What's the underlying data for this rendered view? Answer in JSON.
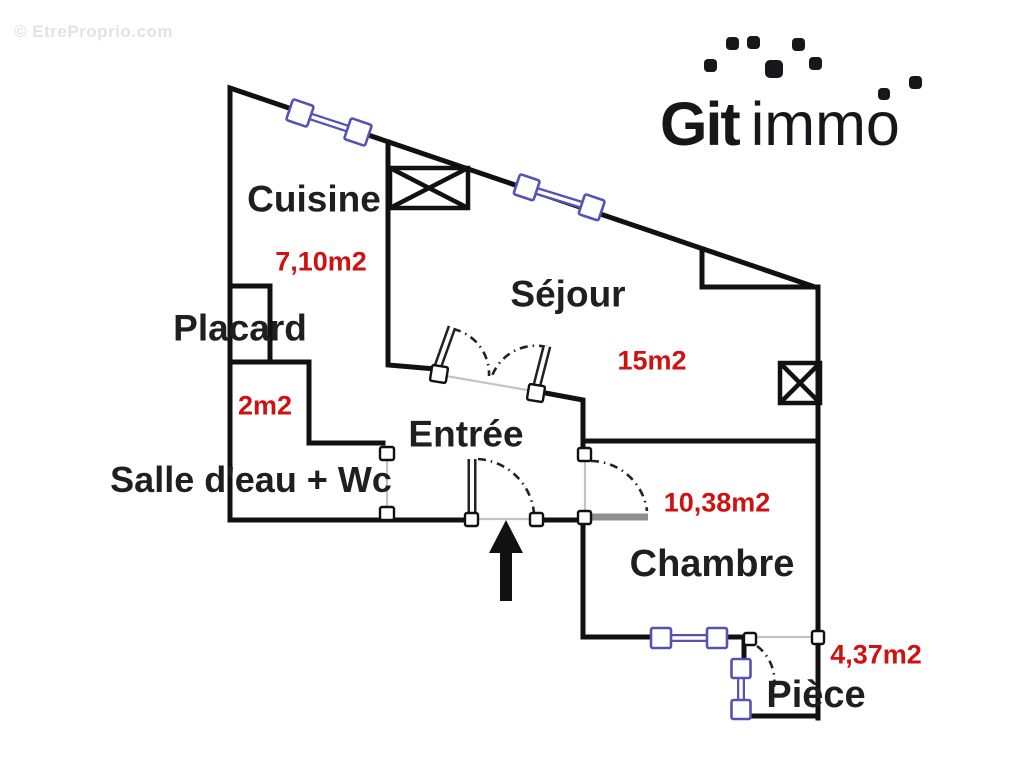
{
  "watermark": "© EtreProprio.com",
  "logo": {
    "brand_bold": "Git",
    "brand_light": "immo"
  },
  "rooms": {
    "cuisine": {
      "label": "Cuisine",
      "area": "7,10m2"
    },
    "placard": {
      "label": "Placard",
      "area": "2m2"
    },
    "sejour": {
      "label": "Séjour",
      "area": "15m2"
    },
    "entree": {
      "label": "Entrée"
    },
    "salle_eau": {
      "label": "Salle d'eau + Wc"
    },
    "chambre": {
      "label": "Chambre",
      "area": "10,38m2"
    },
    "piece": {
      "label": "Pièce",
      "area": "4,37m2"
    }
  },
  "colors": {
    "wall": "#111111",
    "window_symbol": "#5552b5",
    "area_text": "#ce1212",
    "label_text": "#1f1f1f",
    "opening_line": "#c3c3c3",
    "door_leaf_gray": "#8f8f8f",
    "logo": "#17161a",
    "watermark": "#e2e2e2",
    "background": "#ffffff"
  }
}
